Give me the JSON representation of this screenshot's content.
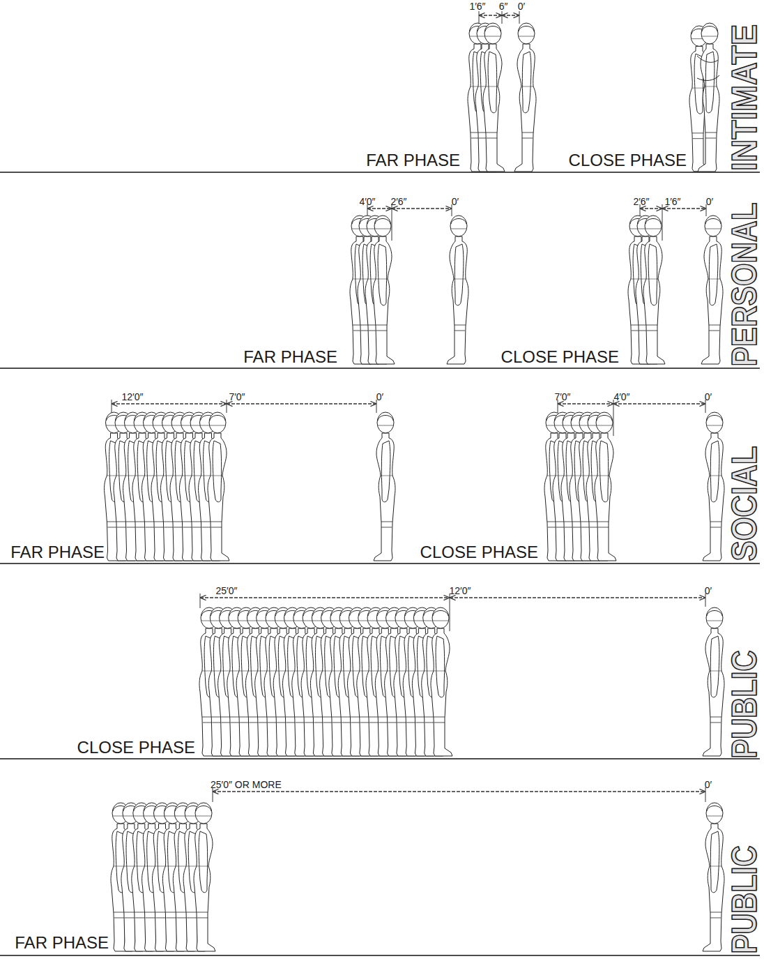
{
  "diagram": {
    "labels": [
      "1′6″",
      "6″",
      "0′",
      "FAR PHASE",
      "CLOSE PHASE",
      "INTIMATE",
      "4′0″",
      "2′6″",
      "0′",
      "2′6″",
      "1′6″",
      "0′",
      "FAR PHASE",
      "CLOSE PHASE",
      "PERSONAL",
      "12′0″",
      "7′0″",
      "0′",
      "7′0″",
      "4′0″",
      "0′",
      "FAR PHASE",
      "CLOSE PHASE",
      "SOCIAL",
      "25′0″",
      "12′0″",
      "0′",
      "CLOSE PHASE",
      "PUBLIC",
      "25′0″ OR MORE",
      "0′",
      "FAR PHASE",
      "PUBLIC"
    ]
  }
}
